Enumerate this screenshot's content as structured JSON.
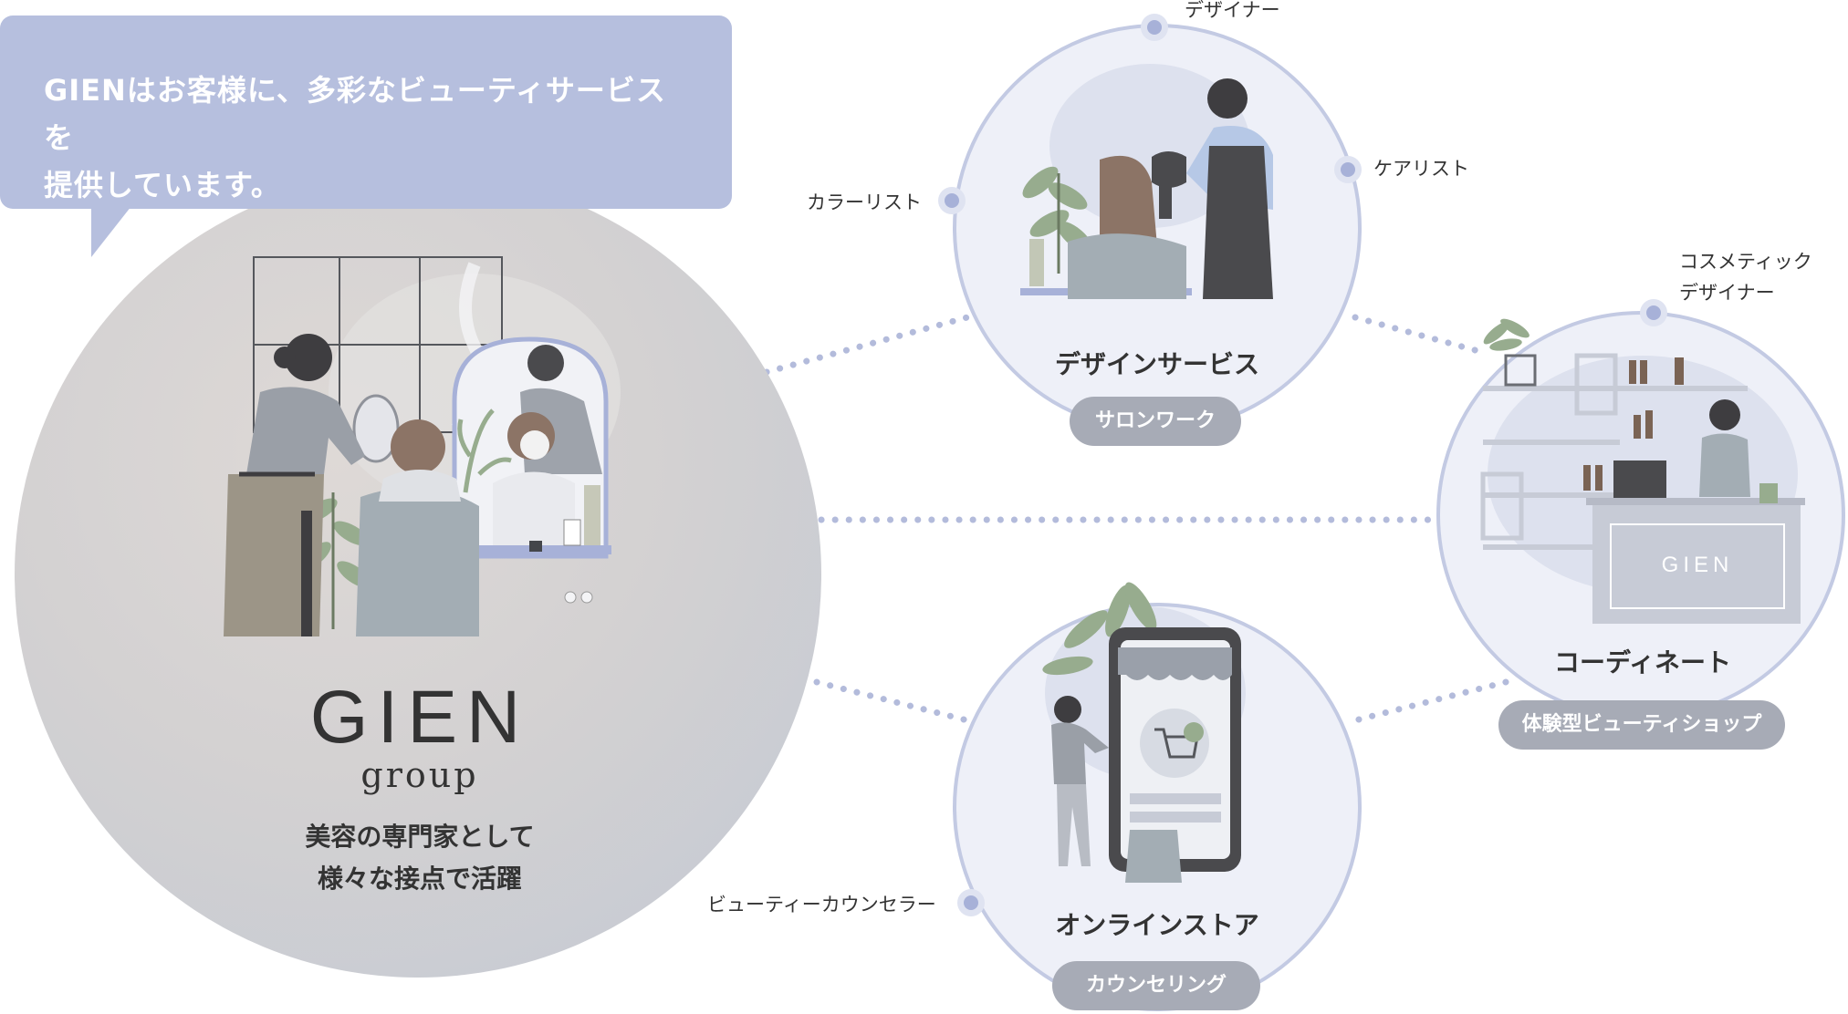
{
  "intro": {
    "message_line1": "GIENはお客様に、多彩なビューティサービスを",
    "message_line2": "提供しています。"
  },
  "brand": {
    "logo_main": "GIEN",
    "logo_sub": "group",
    "tagline_line1": "美容の専門家として",
    "tagline_line2": "様々な接点で活躍",
    "shop_sign": "GIEN"
  },
  "services": [
    {
      "title": "デザインサービス",
      "category": "サロンワーク"
    },
    {
      "title": "コーディネート",
      "category": "体験型ビューティショップ"
    },
    {
      "title": "オンラインストア",
      "category": "カウンセリング"
    }
  ],
  "roles": {
    "designer": "デザイナー",
    "care_list": "ケアリスト",
    "color_list": "カラーリスト",
    "cosmetic_designer_line1": "コスメティック",
    "cosmetic_designer_line2": "デザイナー",
    "beauty_counselor": "ビューティーカウンセラー"
  },
  "colors": {
    "accent": "#b6bfde",
    "ring": "#c3cae3",
    "node": "#a7b1d8",
    "pill": "#a7abb6",
    "dots": "#b3bbdb"
  }
}
